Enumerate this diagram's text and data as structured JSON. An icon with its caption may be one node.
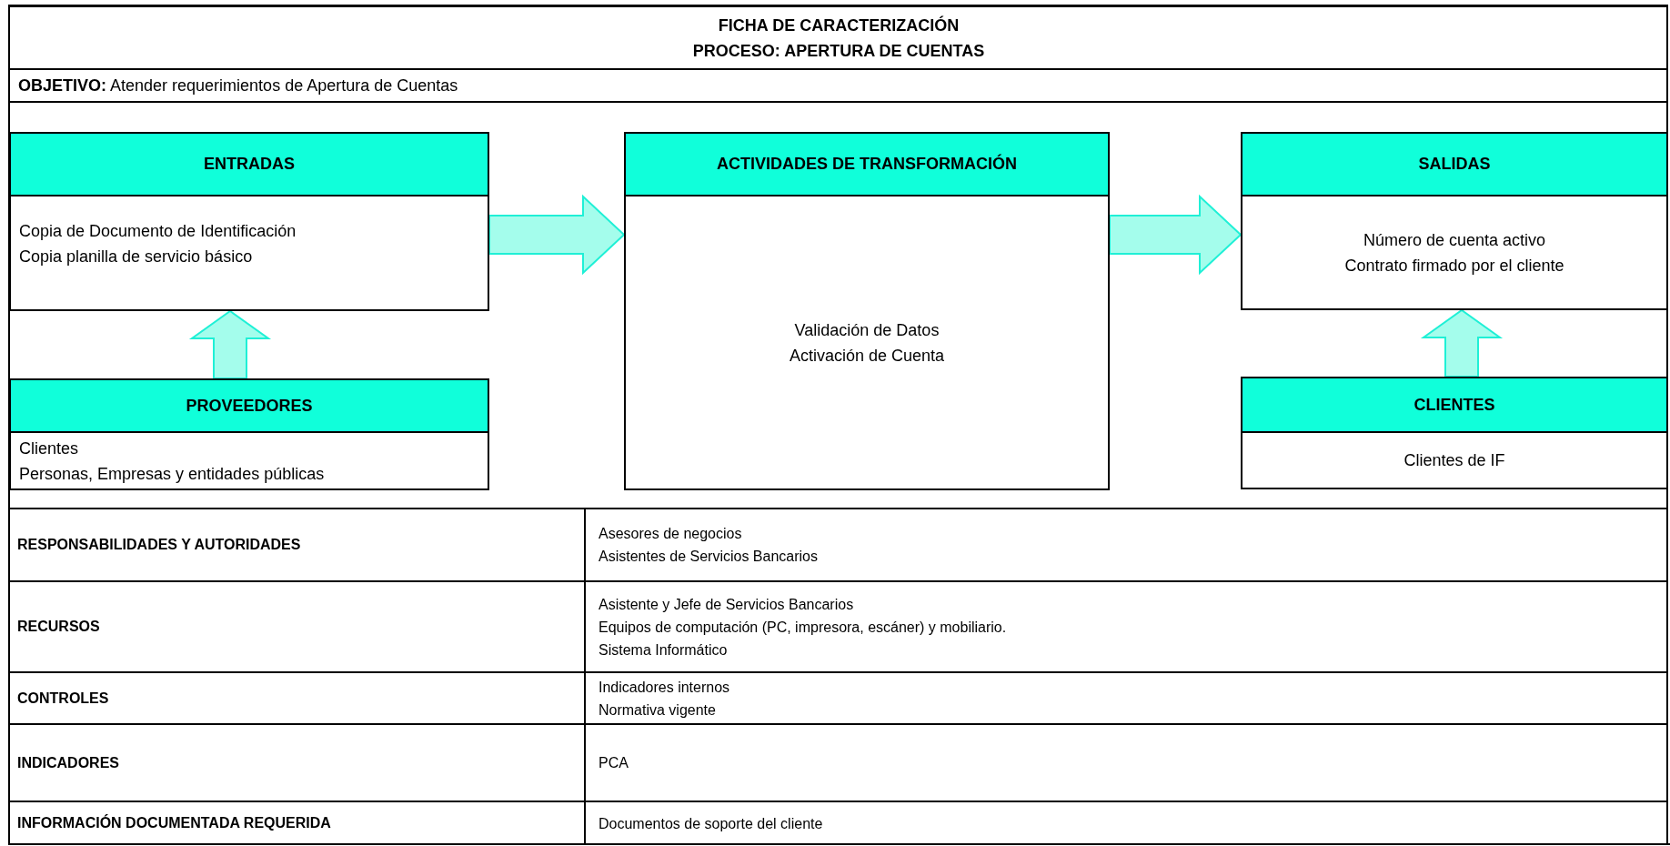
{
  "diagram": {
    "title": "FICHA DE CARACTERIZACIÓN PROCESO: APERTURA DE CUENTAS",
    "nodes": [
      {
        "text": [
          "ENTRADAS",
          "Copia de Documento de Identificación",
          "Copia planilla de servicio básico"
        ]
      },
      {
        "text": [
          "ACTIVIDADES DE TRANSFORMACIÓN",
          "Validación de Datos",
          "Activación de Cuenta"
        ]
      },
      {
        "text": [
          "SALIDAS",
          "Número de cuenta activo",
          "Contrato firmado por el cliente"
        ]
      },
      {
        "text": [
          "PROVEEDORES",
          "Clientes",
          "Personas, Empresas y entidades públicas"
        ]
      },
      {
        "text": [
          "CLIENTES",
          "Clientes de IF"
        ]
      }
    ],
    "edges": [
      {
        "from": 0,
        "to": 1,
        "arrow": "to"
      },
      {
        "from": 1,
        "to": 2,
        "arrow": "to"
      },
      {
        "from": 3,
        "to": 0,
        "arrow": "to"
      },
      {
        "from": 4,
        "to": 2,
        "arrow": "to"
      }
    ],
    "labels": [
      "**OBJETIVO:** Atender requerimientos de Apertura de Cuentas",
      "RESPONSABILIDADES Y AUTORIDADES",
      "Asesores de negocios",
      "Asistentes de Servicios Bancarios",
      "RECURSOS",
      "Asistente y Jefe de Servicios Bancarios",
      "Equipos de computación (PC, impresora, escáner) y mobiliario.",
      "Sistema Informático",
      "CONTROLES",
      "Indicadores internos",
      "Normativa vigente",
      "INDICADORES",
      "PCA",
      "INFORMACIÓN DOCUMENTADA REQUERIDA",
      "Documentos de soporte del cliente"
    ]
  }
}
